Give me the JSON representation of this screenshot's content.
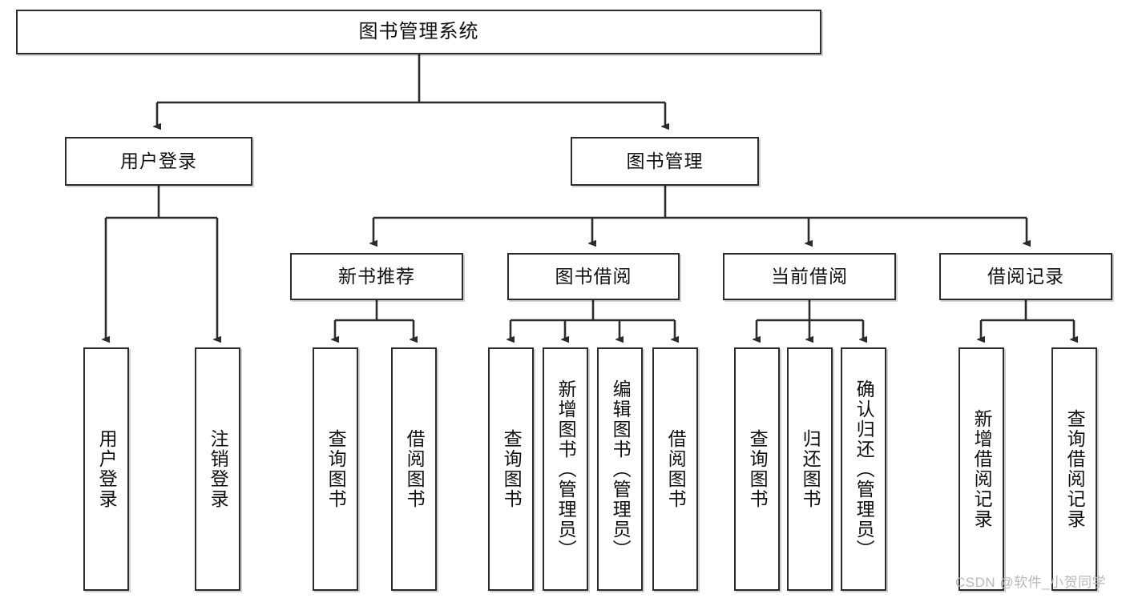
{
  "diagram": {
    "title": "图书管理系统",
    "type": "tree-hierarchy-chart",
    "root": {
      "label": "图书管理系统"
    },
    "level2": [
      {
        "label": "用户登录"
      },
      {
        "label": "图书管理"
      }
    ],
    "level3": [
      {
        "label": "新书推荐"
      },
      {
        "label": "图书借阅"
      },
      {
        "label": "当前借阅"
      },
      {
        "label": "借阅记录"
      }
    ],
    "leaves_user_login": [
      {
        "label": "用户登录"
      },
      {
        "label": "注销登录"
      }
    ],
    "leaves_new_book": [
      {
        "label": "查询图书"
      },
      {
        "label": "借阅图书"
      }
    ],
    "leaves_borrow": [
      {
        "label": "查询图书"
      },
      {
        "label": "新增图书（管理员）"
      },
      {
        "label": "编辑图书（管理员）"
      },
      {
        "label": "借阅图书"
      }
    ],
    "leaves_current": [
      {
        "label": "查询图书"
      },
      {
        "label": "归还图书"
      },
      {
        "label": "确认归还（管理员）"
      }
    ],
    "leaves_records": [
      {
        "label": "新增借阅记录"
      },
      {
        "label": "查询借阅记录"
      }
    ]
  },
  "colors": {
    "border": "#2b2b2b",
    "background": "#ffffff",
    "text": "#101010",
    "watermark": "#b9b9b9"
  },
  "watermark": {
    "text": "CSDN @软件_小贺同学"
  }
}
